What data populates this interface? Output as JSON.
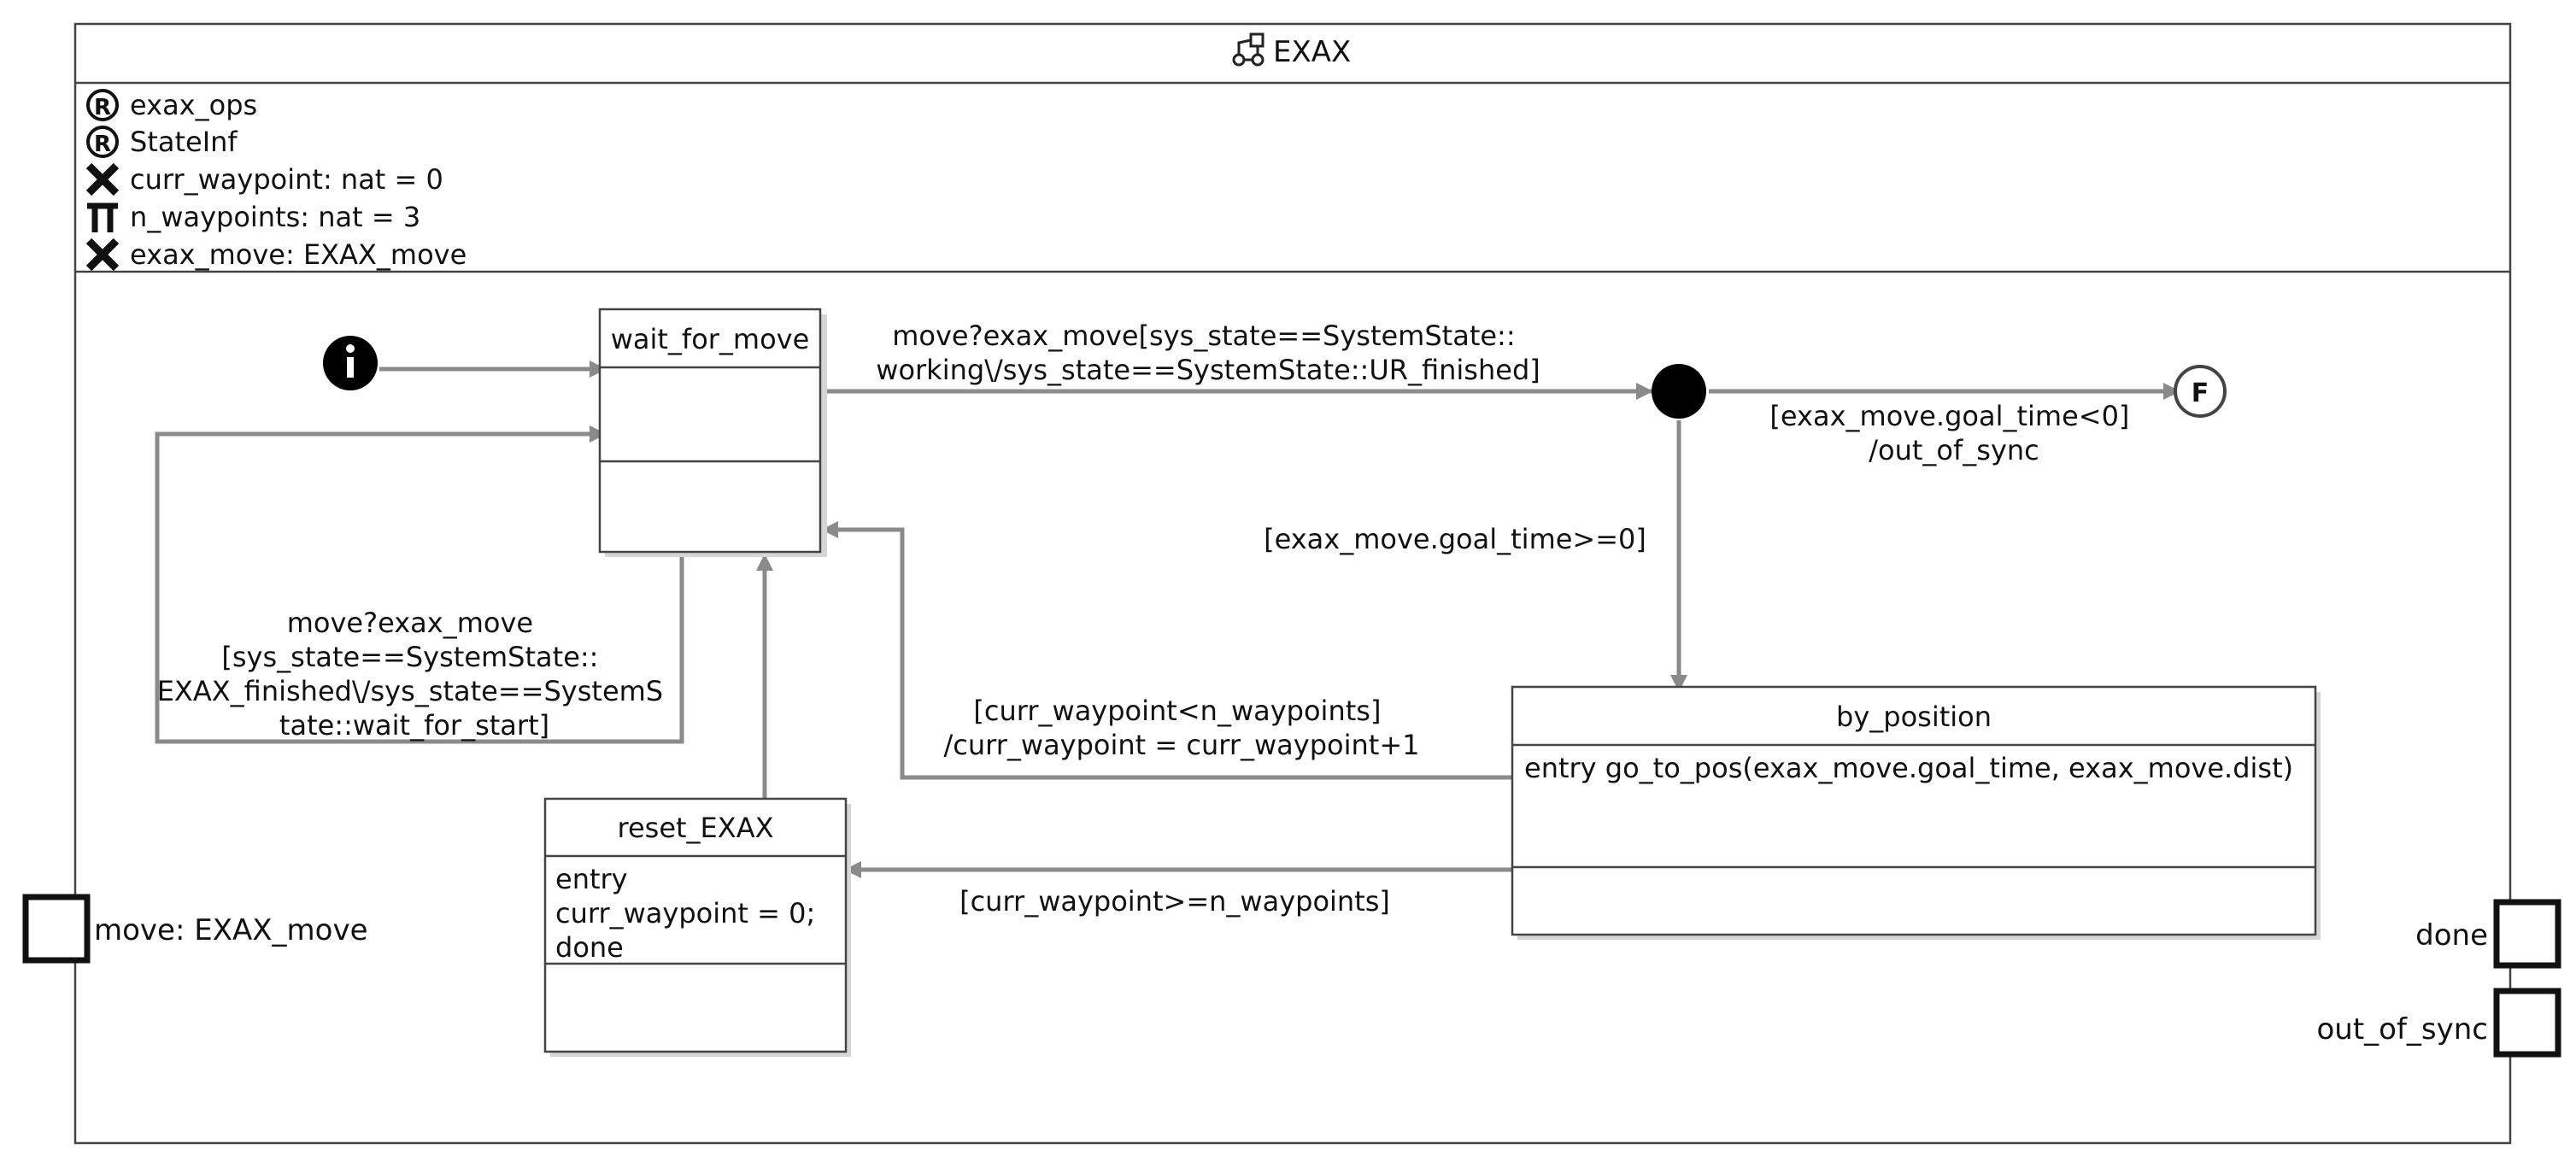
{
  "machine": {
    "title": "EXAX",
    "title_icon": "state-machine-icon",
    "declarations": [
      {
        "icon": "r-circle-icon",
        "text": "exax_ops"
      },
      {
        "icon": "r-circle-icon",
        "text": "StateInf"
      },
      {
        "icon": "x-var-icon",
        "text": "curr_waypoint: nat = 0"
      },
      {
        "icon": "pi-const-icon",
        "text": "n_waypoints: nat = 3"
      },
      {
        "icon": "x-var-icon",
        "text": "exax_move: EXAX_move"
      }
    ]
  },
  "nodes": {
    "initial": {
      "label": "i"
    },
    "junction": {
      "label": ""
    },
    "final": {
      "label": "F"
    },
    "wait_for_move": {
      "name": "wait_for_move"
    },
    "by_position": {
      "name": "by_position",
      "actions": [
        "entry go_to_pos(exax_move.goal_time, exax_move.dist)"
      ]
    },
    "reset_EXAX": {
      "name": "reset_EXAX",
      "actions": [
        "entry",
        "curr_waypoint = 0;",
        "done"
      ]
    }
  },
  "transitions": {
    "t_top": [
      "move?exax_move[sys_state==SystemState::",
      "working\\/sys_state==SystemState::UR_finished]"
    ],
    "t_final": [
      "[exax_move.goal_time<0]",
      "/out_of_sync"
    ],
    "t_down": [
      "[exax_move.goal_time>=0]"
    ],
    "t_self": [
      "move?exax_move",
      "[sys_state==SystemState::",
      "EXAX_finished\\/sys_state==SystemS",
      "tate::wait_for_start]"
    ],
    "t_back": [
      "[curr_waypoint<n_waypoints]",
      "/curr_waypoint = curr_waypoint+1"
    ],
    "t_reset": [
      "[curr_waypoint>=n_waypoints]"
    ]
  },
  "ports": {
    "move": "move: EXAX_move",
    "done": "done",
    "out_of_sync": "out_of_sync"
  }
}
